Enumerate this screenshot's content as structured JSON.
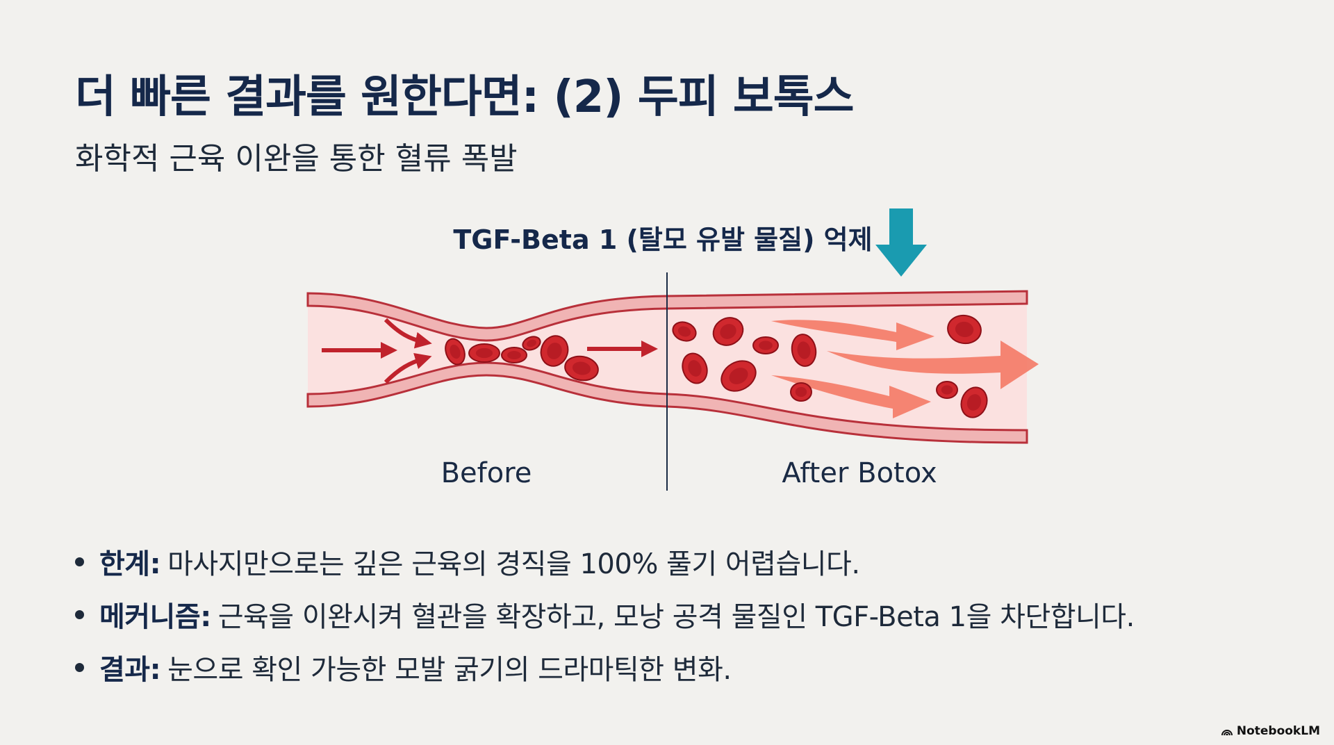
{
  "title": "더 빠른 결과를 원한다면: (2) 두피 보톡스",
  "subtitle": "화학적 근육 이완을 통한 혈류 폭발",
  "diagram": {
    "top_label": "TGF-Beta 1 (탈모 유발 물질) 억제",
    "before_label": "Before",
    "after_label": "After Botox",
    "arrow_icon": "arrow-down-icon",
    "colors": {
      "arrow": "#1a9bb0",
      "vessel_wall": "#f0b4b4",
      "vessel_line": "#b8303a",
      "lumen": "#fbe1e0",
      "cell": "#d0282e",
      "flow": "#f47a66"
    }
  },
  "bullets": [
    {
      "label": "한계:",
      "text": "마사지만으로는 깊은 근육의 경직을 100% 풀기 어렵습니다."
    },
    {
      "label": "메커니즘:",
      "text": "근육을 이완시켜 혈관을 확장하고, 모낭 공격 물질인 TGF-Beta 1을 차단합니다."
    },
    {
      "label": "결과:",
      "text": "눈으로 확인 가능한 모발 굵기의 드라마틱한 변화."
    }
  ],
  "brand": "NotebookLM"
}
